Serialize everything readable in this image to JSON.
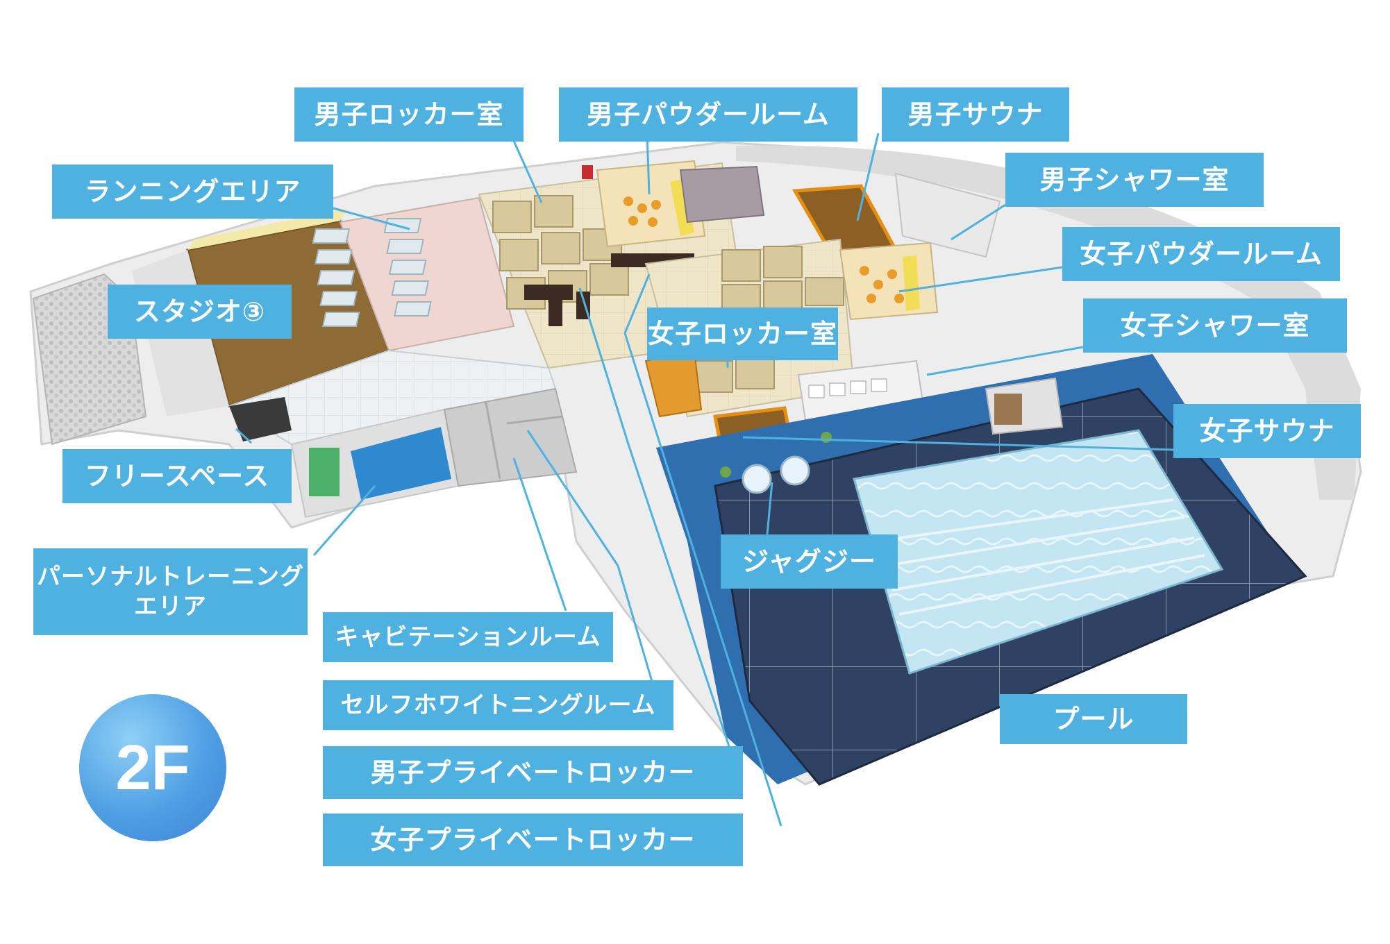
{
  "floor": "2F",
  "colors": {
    "label_bg": "#4fb1e0",
    "label_text": "#ffffff",
    "leader_line": "#4fb1e0",
    "pool_water": "#bfe4f2",
    "pool_deck": "#2c3d5c",
    "studio_floor": "#8a6633",
    "locker_wood": "#d6c79b",
    "wall": "#e6e6e6"
  },
  "labels": {
    "mens_locker": "男子ロッカー室",
    "mens_powder": "男子パウダールーム",
    "mens_sauna": "男子サウナ",
    "running_area": "ランニングエリア",
    "mens_shower": "男子シャワー室",
    "womens_powder": "女子パウダールーム",
    "studio3": "スタジオ③",
    "womens_shower": "女子シャワー室",
    "womens_locker": "女子ロッカー室",
    "womens_sauna": "女子サウナ",
    "free_space": "フリースペース",
    "jacuzzi": "ジャグジー",
    "personal_training_1": "パーソナルトレーニング",
    "personal_training_2": "エリア",
    "cavitation": "キャビテーションルーム",
    "self_whitening": "セルフホワイトニングルーム",
    "mens_private_locker": "男子プライベートロッカー",
    "womens_private_locker": "女子プライベートロッカー",
    "pool": "プール"
  }
}
